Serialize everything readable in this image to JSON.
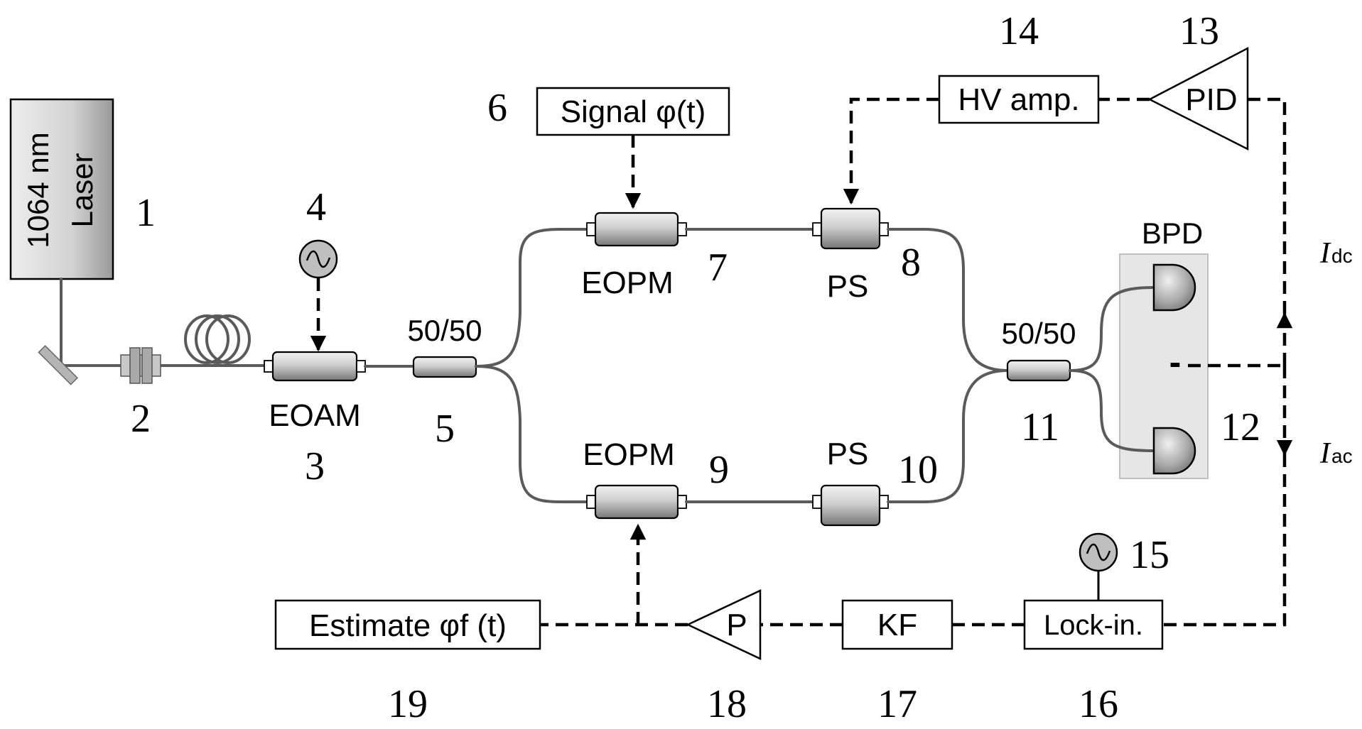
{
  "laser": {
    "label_line1": "1064 nm",
    "label_line2": "Laser"
  },
  "numbers": {
    "n1": "1",
    "n2": "2",
    "n3": "3",
    "n4": "4",
    "n5": "5",
    "n6": "6",
    "n7": "7",
    "n8": "8",
    "n9": "9",
    "n10": "10",
    "n11": "11",
    "n12": "12",
    "n13": "13",
    "n14": "14",
    "n15": "15",
    "n16": "16",
    "n17": "17",
    "n18": "18",
    "n19": "19"
  },
  "labels": {
    "eoam": "EOAM",
    "splitter_in": "50/50",
    "splitter_out": "50/50",
    "eopm_top": "EOPM",
    "eopm_bottom": "EOPM",
    "ps_top": "PS",
    "ps_bottom": "PS",
    "bpd": "BPD",
    "bpd_minus": "-",
    "i_dc_symbol": "I",
    "i_dc_sub": "dc",
    "i_ac_symbol": "I",
    "i_ac_sub": "ac"
  },
  "boxes": {
    "signal": "Signal φ(t)",
    "hv_amp": "HV amp.",
    "pid": "PID",
    "estimate": "Estimate φf (t)",
    "p": "P",
    "kf": "KF",
    "lockin": "Lock-in."
  },
  "colors": {
    "fiber": "#5a5a5a",
    "bpd_panel": "#e6e6e6",
    "device_fill": "#b5b5b5"
  }
}
